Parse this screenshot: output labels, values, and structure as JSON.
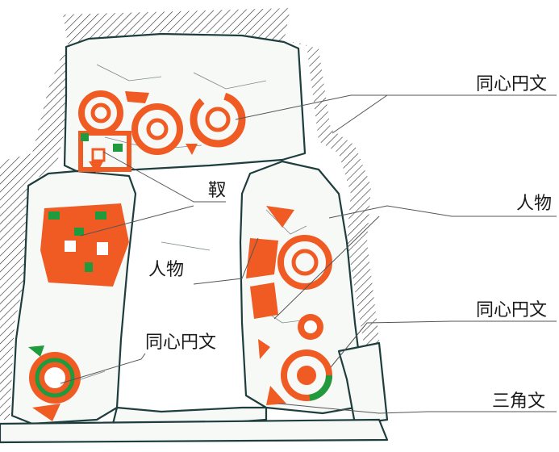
{
  "labels": {
    "concentric_top": "同心円文",
    "quiver": "靫",
    "figure_right": "人物",
    "figure_left": "人物",
    "concentric_right": "同心円文",
    "concentric_left": "同心円文",
    "triangle": "三角文"
  },
  "colors": {
    "paint_red": "#f05a23",
    "paint_green": "#1f9a3c",
    "stone_outline": "#1e3d3d",
    "hatch": "#2a2a2a",
    "leader_line": "#555555",
    "background": "#ffffff"
  }
}
